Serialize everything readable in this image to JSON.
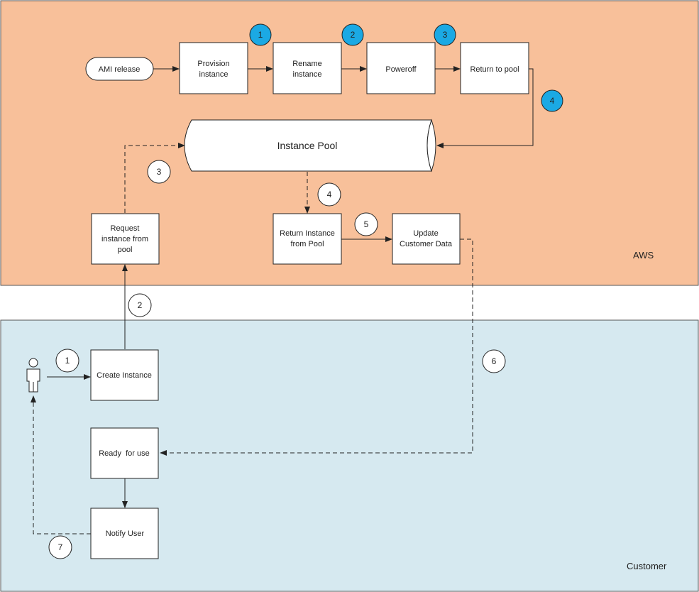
{
  "zones": {
    "aws": {
      "label": "AWS",
      "color": "#f8c09a"
    },
    "customer": {
      "label": "Customer",
      "color": "#d6e9f0"
    }
  },
  "pipeline": {
    "ami_release": "AMI release",
    "provision": [
      "Provision",
      "instance"
    ],
    "rename": [
      "Rename",
      "instance"
    ],
    "poweroff": "Poweroff",
    "return_pool": "Return to pool",
    "markers": [
      "1",
      "2",
      "3",
      "4"
    ],
    "marker_color": "#1ba9e4"
  },
  "pool": {
    "label": "Instance Pool"
  },
  "request": {
    "lines": [
      "Request",
      "instance from",
      "pool"
    ]
  },
  "return_instance": {
    "lines": [
      "Return Instance",
      "from Pool"
    ]
  },
  "update_data": {
    "lines": [
      "Update",
      "Customer Data"
    ]
  },
  "create": {
    "label": "Create Instance"
  },
  "ready": {
    "label": "Ready  for use"
  },
  "notify": {
    "label": "Notify User"
  },
  "steps": [
    "1",
    "2",
    "3",
    "4",
    "5",
    "6",
    "7"
  ]
}
